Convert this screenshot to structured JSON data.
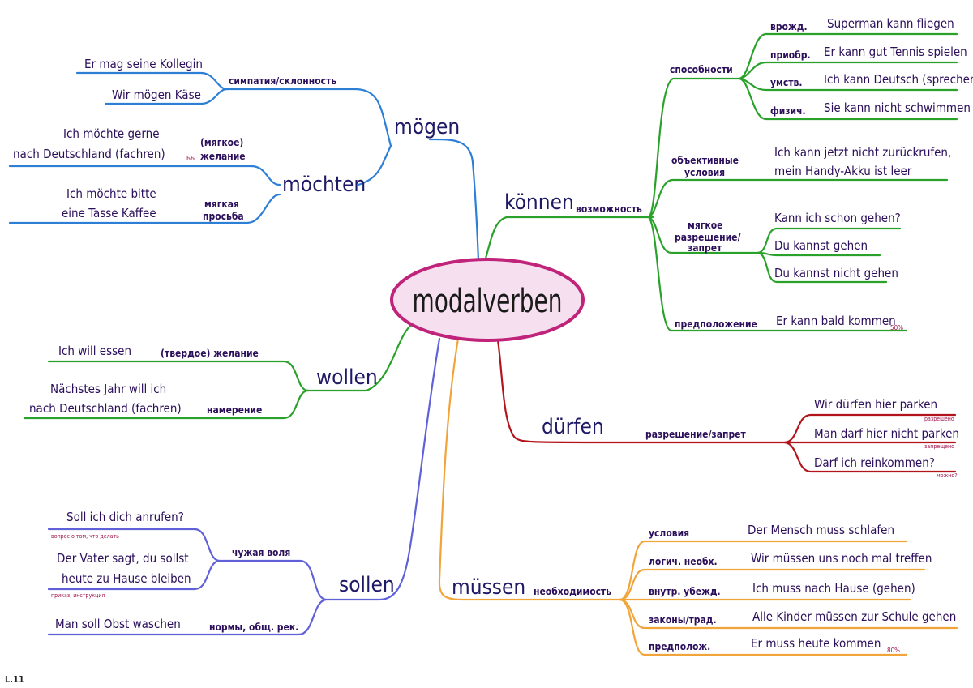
{
  "center": {
    "label": "modalverben"
  },
  "colors": {
    "moegen": "#2d7fd6",
    "koennen": "#2aa12a",
    "wollen": "#2aa12a",
    "duerfen": "#b3131b",
    "muessen": "#f0a43a",
    "sollen": "#6060d8",
    "center_border": "#c0237a",
    "center_fill": "#f6e0f0",
    "annotation": "#a1124a",
    "text": "#2b0f5a"
  },
  "branches": {
    "moegen": {
      "verb": "mögen",
      "categories": [
        {
          "label": "симпатия/склонность",
          "examples": [
            "Er mag seine Kollegin",
            "Wir mögen Käse"
          ]
        }
      ]
    },
    "moechten": {
      "verb": "möchten",
      "categories": [
        {
          "label_lines": [
            "(мягкое)",
            "желание"
          ],
          "prefix": "БЫ",
          "example_lines": [
            "Ich möchte gerne",
            "nach Deutschland (fachren)"
          ]
        },
        {
          "label_lines": [
            "мягкая",
            "просьба"
          ],
          "example_lines": [
            "Ich möchte bitte",
            "eine Tasse Kaffee"
          ]
        }
      ]
    },
    "koennen": {
      "verb": "können",
      "main_category": "возможность",
      "subcategories": [
        {
          "label": "способности",
          "items": [
            {
              "tag": "врожд.",
              "example": "Superman kann fliegen"
            },
            {
              "tag": "приобр.",
              "example": "Er kann gut Tennis spielen"
            },
            {
              "tag": "умств.",
              "example": "Ich kann Deutsch (sprechen)"
            },
            {
              "tag": "физич.",
              "example": "Sie kann nicht schwimmen"
            }
          ]
        },
        {
          "label_lines": [
            "объективные",
            "условия"
          ],
          "example_lines": [
            "Ich kann jetzt nicht zurückrufen,",
            "mein Handy-Akku ist leer"
          ]
        },
        {
          "label_lines": [
            "мягкое",
            "разрешение/",
            "запрет"
          ],
          "examples": [
            "Kann ich schon gehen?",
            "Du kannst gehen",
            "Du kannst nicht gehen"
          ]
        },
        {
          "label": "предположение",
          "example": "Er kann bald kommen",
          "note": "50%"
        }
      ]
    },
    "wollen": {
      "verb": "wollen",
      "categories": [
        {
          "label": "(твердое) желание",
          "example": "Ich will essen"
        },
        {
          "label": "намерение",
          "example_lines": [
            "Nächstes Jahr will ich",
            "nach Deutschland (fachren)"
          ]
        }
      ]
    },
    "duerfen": {
      "verb": "dürfen",
      "category": "разрешение/запрет",
      "examples": [
        {
          "text": "Wir dürfen hier parken",
          "note": "разрешено"
        },
        {
          "text": "Man darf hier nicht parken",
          "note": "запрещено"
        },
        {
          "text": "Darf ich reinkommen?",
          "note": "можно?"
        }
      ]
    },
    "muessen": {
      "verb": "müssen",
      "category": "необходимость",
      "items": [
        {
          "tag": "условия",
          "example": "Der Mensch muss schlafen"
        },
        {
          "tag": "логич. необх.",
          "example": "Wir müssen uns noch mal treffen"
        },
        {
          "tag": "внутр. убежд.",
          "example": "Ich muss nach Hause (gehen)"
        },
        {
          "tag": "законы/трад.",
          "example": "Alle Kinder müssen zur Schule gehen"
        },
        {
          "tag": "предполож.",
          "example": "Er muss heute kommen",
          "note": "80%"
        }
      ]
    },
    "sollen": {
      "verb": "sollen",
      "categories": [
        {
          "label": "чужая воля",
          "examples": [
            {
              "lines": [
                "Soll ich dich anrufen?"
              ],
              "note": "вопрос о том, что делать"
            },
            {
              "lines": [
                "Der Vater sagt, du sollst",
                "heute zu Hause bleiben"
              ],
              "note": "приказ, инструкция"
            }
          ]
        },
        {
          "label": "нормы, общ. рек.",
          "example": "Man soll Obst waschen"
        }
      ]
    }
  },
  "signature": "L.11"
}
